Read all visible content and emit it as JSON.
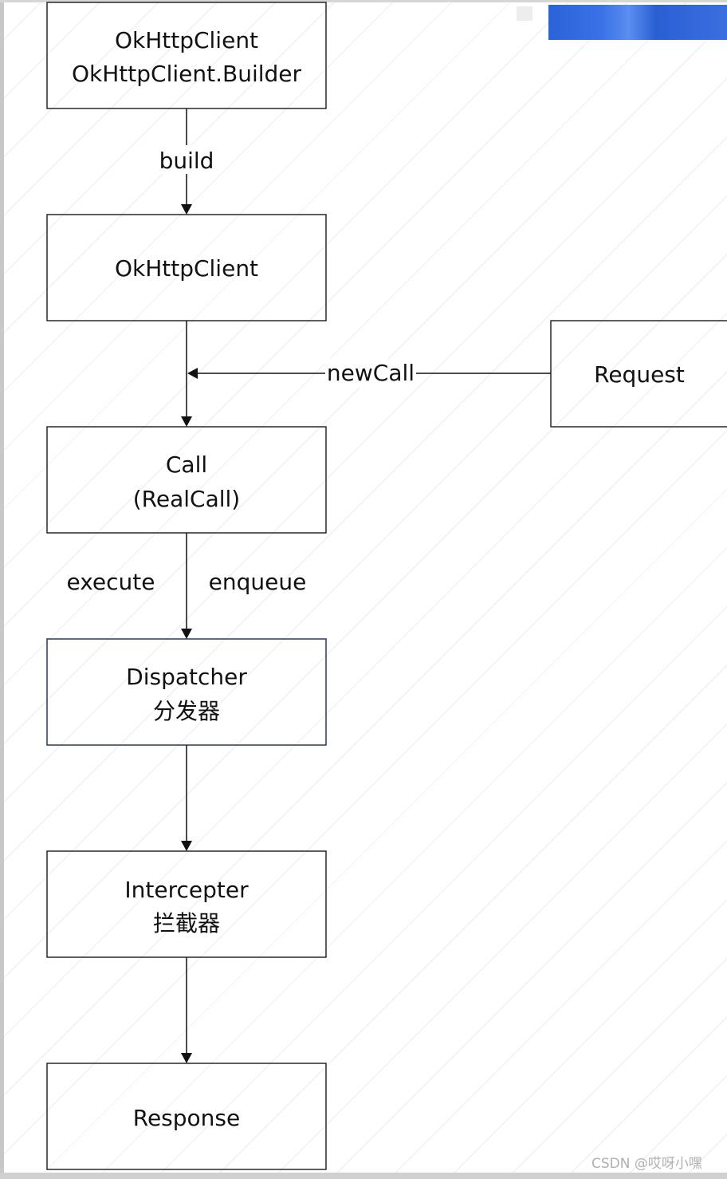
{
  "nodes": {
    "builder": {
      "line1": "OkHttpClient",
      "line2": "OkHttpClient.Builder"
    },
    "client": {
      "line1": "OkHttpClient"
    },
    "request": {
      "line1": "Request"
    },
    "call": {
      "line1": "Call",
      "line2": "(RealCall)"
    },
    "dispatcher": {
      "line1": "Dispatcher",
      "line2": "分发器"
    },
    "interceptor": {
      "line1": "Intercepter",
      "line2": "拦截器"
    },
    "response": {
      "line1": "Response"
    }
  },
  "edges": {
    "build": "build",
    "newcall": "newCall",
    "execute": "execute",
    "enqueue": "enqueue"
  },
  "watermark": "CSDN @哎呀小嘿",
  "colors": {
    "stroke": "#111111",
    "redaction": "#2a62d8",
    "background": "#ffffff"
  }
}
